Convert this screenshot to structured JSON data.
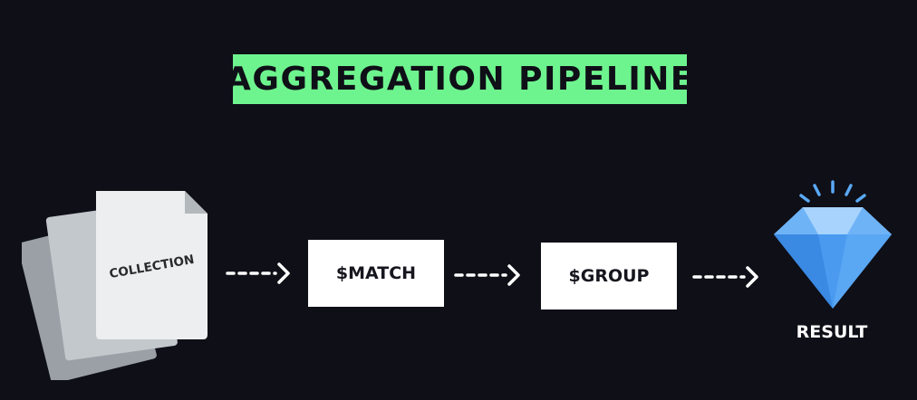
{
  "title": "AGGREGATION PIPELINE",
  "source": {
    "label": "COLLECTION",
    "icon": "document-stack-icon"
  },
  "stages": [
    {
      "label": "$MATCH"
    },
    {
      "label": "$GROUP"
    }
  ],
  "output": {
    "label": "RESULT",
    "icon": "diamond-icon"
  },
  "colors": {
    "background": "#0f0f17",
    "title_banner": "#6ef48e",
    "stage_box": "#ffffff",
    "arrow": "#ffffff",
    "diamond": "#4a9bf0"
  }
}
